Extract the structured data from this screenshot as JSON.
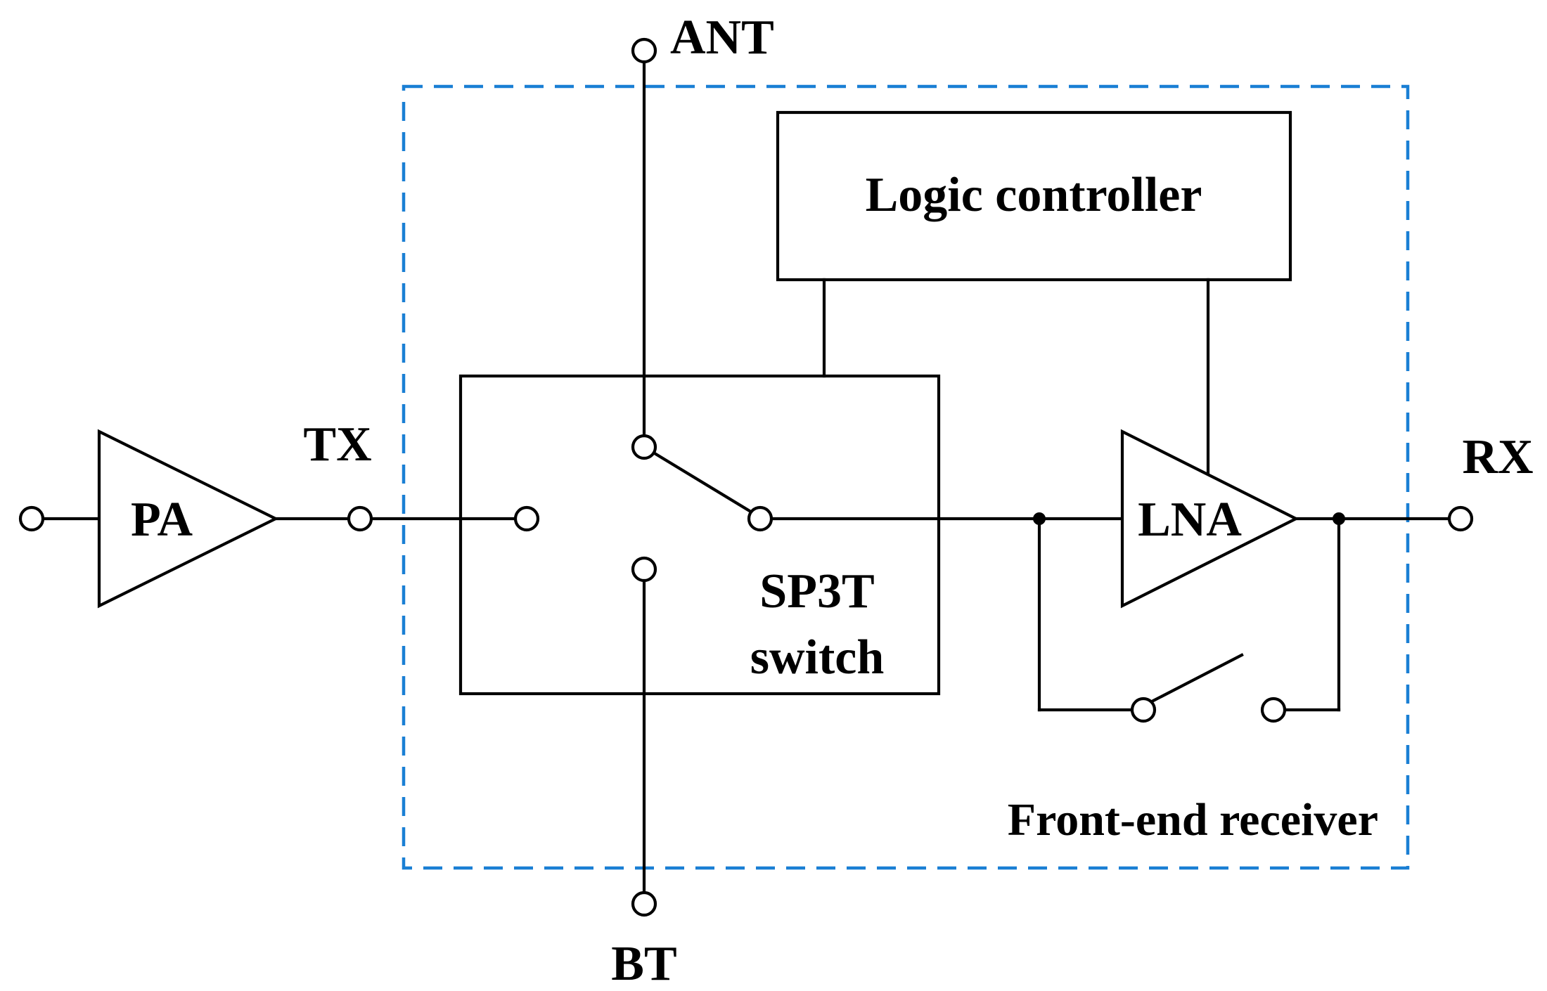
{
  "labels": {
    "ant": "ANT",
    "bt": "BT",
    "tx": "TX",
    "rx": "RX",
    "pa": "PA",
    "lna": "LNA",
    "logic_controller": "Logic controller",
    "switch_line1": "SP3T",
    "switch_line2": "switch",
    "front_end": "Front-end receiver"
  },
  "colors": {
    "line": "#000000",
    "dashed_border": "#1a7fd4",
    "background": "#ffffff"
  }
}
